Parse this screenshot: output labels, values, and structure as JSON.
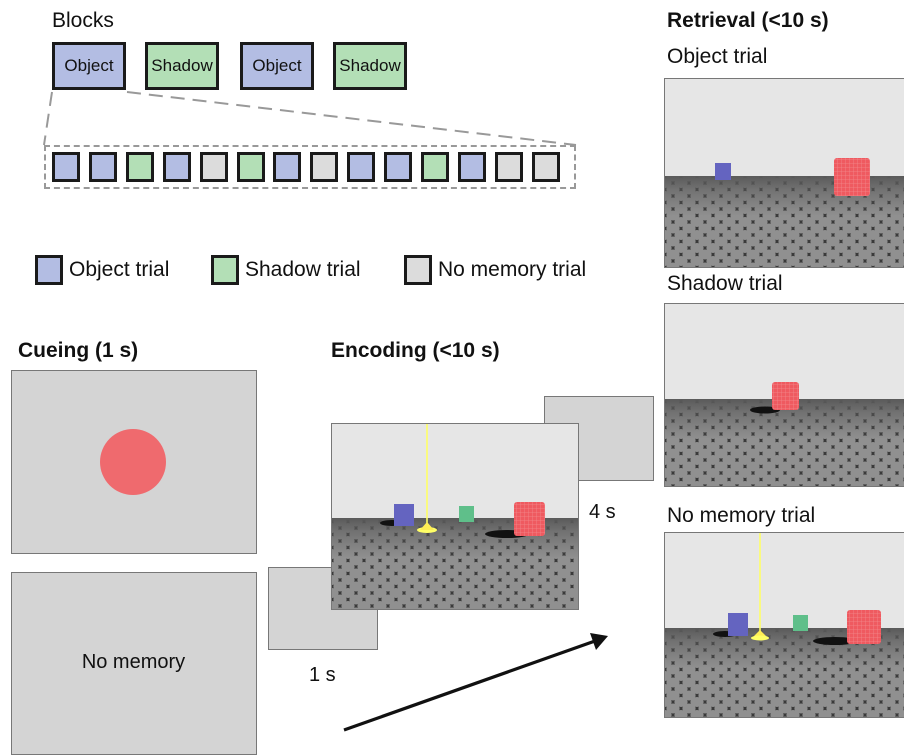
{
  "blocks_section": {
    "title": "Blocks",
    "blocks": [
      {
        "label": "Object",
        "type": "object"
      },
      {
        "label": "Shadow",
        "type": "shadow"
      },
      {
        "label": "Object",
        "type": "object"
      },
      {
        "label": "Shadow",
        "type": "shadow"
      }
    ],
    "trial_sequence": [
      "object",
      "object",
      "shadow",
      "object",
      "none",
      "shadow",
      "object",
      "none",
      "object",
      "object",
      "shadow",
      "object",
      "none",
      "none"
    ]
  },
  "legend": [
    {
      "label": "Object trial",
      "type": "object"
    },
    {
      "label": "Shadow trial",
      "type": "shadow"
    },
    {
      "label": "No memory trial",
      "type": "none"
    }
  ],
  "colors": {
    "object": "#b3bde3",
    "shadow": "#b3dfb6",
    "none": "#dcdcdc",
    "cue_circle": "#ef6a6e",
    "panel_gray": "#d4d4d4",
    "target_red": "#ef5a60",
    "cube_blue": "#6464c0",
    "cube_green": "#5fbf8a",
    "beam_yellow": "#ffff66"
  },
  "cueing": {
    "title": "Cueing (1 s)",
    "no_memory_label": "No memory"
  },
  "encoding": {
    "title": "Encoding (<10 s)",
    "delay_short": "1 s",
    "delay_long": "4 s"
  },
  "retrieval": {
    "title": "Retrieval (<10 s)",
    "panels": [
      {
        "label": "Object trial"
      },
      {
        "label": "Shadow trial"
      },
      {
        "label": "No memory trial"
      }
    ]
  }
}
